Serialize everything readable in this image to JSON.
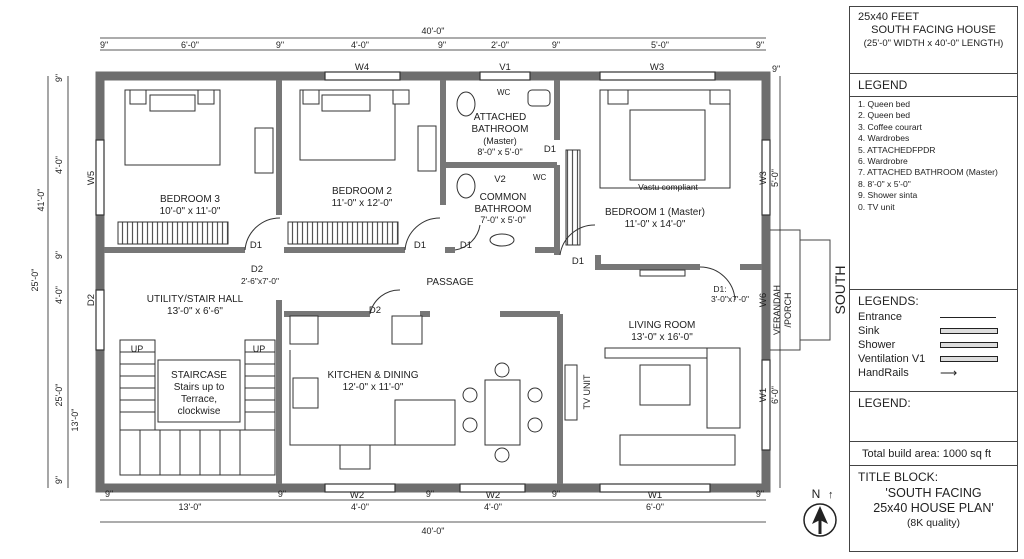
{
  "header": {
    "line1": "25x40 FEET",
    "line2": "SOUTH FACING HOUSE",
    "line3": "(25'-0\" WIDTH x 40'-0\" LENGTH)"
  },
  "legend": {
    "title": "LEGEND",
    "items": [
      "1. Queen bed",
      "2. Queen bed",
      "3. Coffee courart",
      "4. Wardrobes",
      "5. ATTACHEDFPDR",
      "6. Wardrobre",
      "7. ATTACHED BATHROOM (Master)",
      "8. 8'-0\" x 5'-0\"",
      "9. Shower sinta",
      "0. TV unit"
    ]
  },
  "symbols": {
    "title": "LEGENDS:",
    "items": [
      {
        "label": "Entrance",
        "icon": "solid-line-icon"
      },
      {
        "label": "Sink",
        "icon": "double-line-icon"
      },
      {
        "label": "Shower",
        "icon": "double-line-icon"
      },
      {
        "label": "Ventilation V1",
        "icon": "double-line-icon"
      },
      {
        "label": "HandRails",
        "icon": "arrow-right-icon"
      }
    ]
  },
  "legend2": {
    "title": "LEGEND:"
  },
  "area": "Total build area: 1000 sq ft",
  "title_block": {
    "label": "TITLE BLOCK:",
    "name1": "'SOUTH FACING",
    "name2": "25x40 HOUSE PLAN'",
    "quality": "(8K quality)"
  },
  "north": "N",
  "south": "SOUTH",
  "rooms": {
    "bed3": {
      "name": "BEDROOM 3",
      "size": "10'-0\" x 11'-0\""
    },
    "bed2": {
      "name": "BEDROOM 2",
      "size": "11'-0\" x 12'-0\""
    },
    "att_bath": {
      "l1": "ATTACHED",
      "l2": "BATHROOM",
      "l3": "(Master)",
      "size": "8'-0\" x 5'-0\""
    },
    "com_bath": {
      "l1": "COMMON",
      "l2": "BATHROOM",
      "size": "7'-0\" x 5'-0\""
    },
    "bed1": {
      "name": "BEDROOM 1 (Master)",
      "size": "11'-0\" x 14'-0\"",
      "note": "Vastu compliant"
    },
    "passage": "PASSAGE",
    "utility": {
      "name": "UTILITY/STAIR HALL",
      "size": "13'-0\" x 6'-6\""
    },
    "staircase": {
      "l1": "STAIRCASE",
      "l2": "Stairs up to",
      "l3": "Terrace,",
      "l4": "clockwise",
      "up": "UP"
    },
    "kitchen": {
      "name": "KITCHEN & DINING",
      "size": "12'-0\" x 11'-0\""
    },
    "living": {
      "name": "LIVING ROOM",
      "size": "13'-0\" x 16'-0\""
    },
    "tv": "TV UNIT",
    "veranda": {
      "l1": "VERANDAH",
      "l2": "/PORCH"
    },
    "wc": "WC"
  },
  "openings": {
    "w4": "W4",
    "v1": "V1",
    "w3": "W3",
    "w5": "W5",
    "v2": "V2",
    "d1": "D1",
    "d2": "D2",
    "d2note": "2'-6\"x7'-0\"",
    "d1note_label": "D1:",
    "d1note": "3'-0\"x7'-0\"",
    "w6": "W6",
    "w1": "W1",
    "w2": "W2"
  },
  "dims": {
    "overall": "40'-0\"",
    "top": [
      "9\"",
      "6'-0\"",
      "9\"",
      "4'-0\"",
      "9\"",
      "2'-0\"",
      "9\"",
      "5'-0\"",
      "9\""
    ],
    "bottom": [
      "9\"",
      "13'-0\"",
      "9\"",
      "4'-0\"",
      "9\"",
      "4'-0\"",
      "9\"",
      "6'-0\"",
      "9\""
    ],
    "left_overall": "41'-0\"",
    "left_overall2": "25'-0\"",
    "left": [
      "9\"",
      "4'-0\"",
      "9\"",
      "4'-0\"",
      "25'-0\"",
      "13'-0\"",
      "9\""
    ],
    "right_top": "9\"",
    "right": [
      "W3",
      "5'-0\"",
      "6'-0\""
    ],
    "right_w1": "6'-0\"",
    "left_25": "25'-0\""
  }
}
